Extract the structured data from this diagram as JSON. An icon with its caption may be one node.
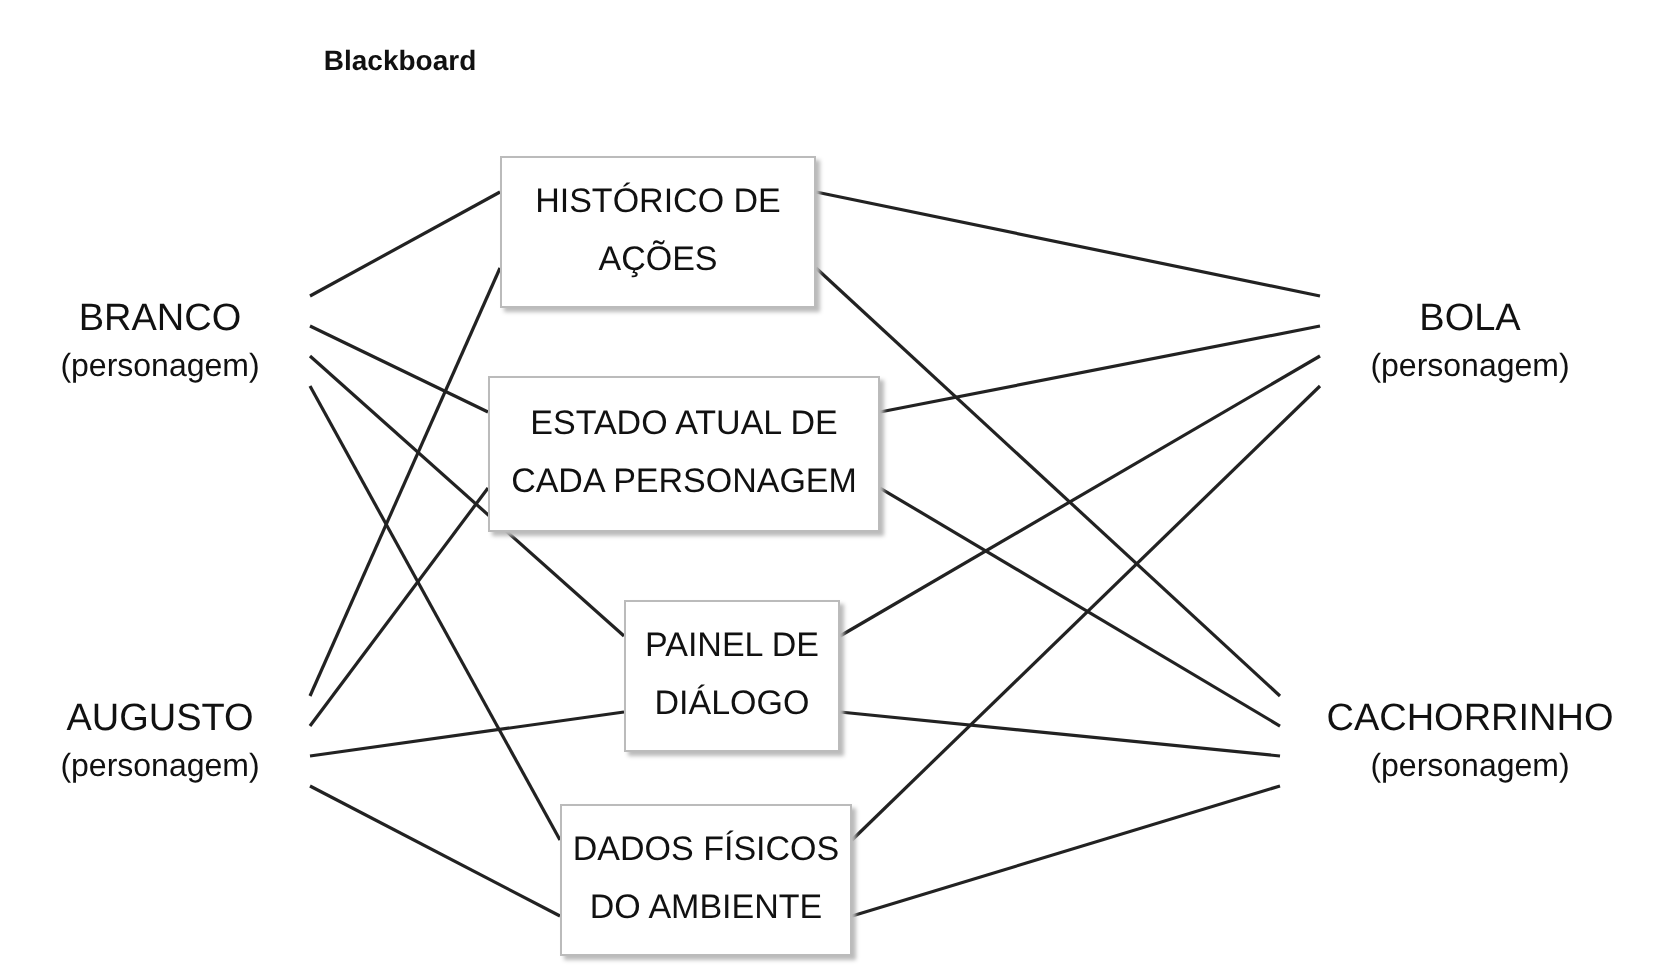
{
  "diagram": {
    "title": "Blackboard",
    "nodes": [
      {
        "text": [
          "BRANCO",
          "(personagem)"
        ]
      },
      {
        "text": [
          "AUGUSTO",
          "(personagem)"
        ]
      },
      {
        "text": [
          "HISTÓRICO DE AÇÕES"
        ]
      },
      {
        "text": [
          "ESTADO ATUAL DE CADA PERSONAGEM"
        ]
      },
      {
        "text": [
          "PAINEL DE DIÁLOGO"
        ]
      },
      {
        "text": [
          "DADOS FÍSICOS DO AMBIENTE"
        ]
      },
      {
        "text": [
          "BOLA",
          "(personagem)"
        ]
      },
      {
        "text": [
          "CACHORRINHO",
          "(personagem)"
        ]
      }
    ],
    "edges": [
      {
        "from": 0,
        "to": 2,
        "arrow": "none"
      },
      {
        "from": 0,
        "to": 3,
        "arrow": "none"
      },
      {
        "from": 0,
        "to": 4,
        "arrow": "none"
      },
      {
        "from": 0,
        "to": 5,
        "arrow": "none"
      },
      {
        "from": 1,
        "to": 2,
        "arrow": "none"
      },
      {
        "from": 1,
        "to": 3,
        "arrow": "none"
      },
      {
        "from": 1,
        "to": 4,
        "arrow": "none"
      },
      {
        "from": 1,
        "to": 5,
        "arrow": "none"
      },
      {
        "from": 6,
        "to": 2,
        "arrow": "none"
      },
      {
        "from": 6,
        "to": 3,
        "arrow": "none"
      },
      {
        "from": 6,
        "to": 4,
        "arrow": "none"
      },
      {
        "from": 6,
        "to": 5,
        "arrow": "none"
      },
      {
        "from": 7,
        "to": 2,
        "arrow": "none"
      },
      {
        "from": 7,
        "to": 3,
        "arrow": "none"
      },
      {
        "from": 7,
        "to": 4,
        "arrow": "none"
      },
      {
        "from": 7,
        "to": 5,
        "arrow": "none"
      }
    ]
  }
}
